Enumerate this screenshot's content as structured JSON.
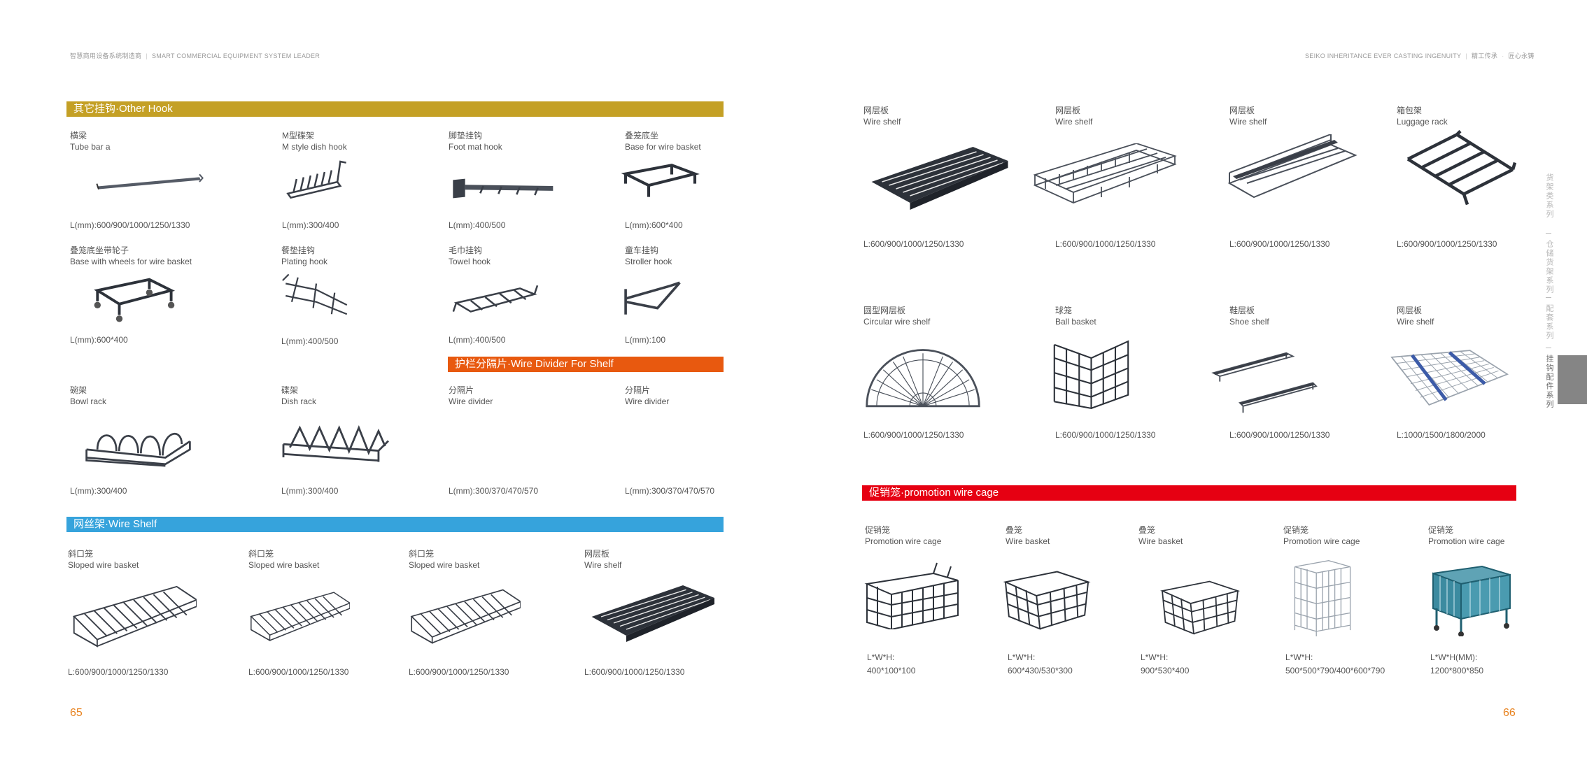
{
  "header": {
    "left_cn": "智慧商用设备系统制造商",
    "left_en": "SMART COMMERCIAL EQUIPMENT SYSTEM LEADER",
    "right_en": "SEIKO INHERITANCE EVER CASTING INGENUITY",
    "right_cn1": "精工传承",
    "right_cn2": "匠心永铸"
  },
  "sections": {
    "other_hook": {
      "title": "其它挂钩·Other Hook",
      "color": "#c4a025"
    },
    "wire_divider": {
      "title": "护栏分隔片·Wire Divider For Shelf",
      "color": "#e8590f"
    },
    "wire_shelf": {
      "title": "网丝架·Wire Shelf",
      "color": "#36a3dc"
    },
    "promo_cage": {
      "title": "促销笼·promotion wire cage",
      "color": "#e60012"
    }
  },
  "left_items": [
    {
      "cn": "横梁",
      "en": "Tube bar a",
      "size": "L(mm):600/900/1000/1250/1330",
      "icon": "tube-bar-icon"
    },
    {
      "cn": "M型碟架",
      "en": "M style dish hook",
      "size": "L(mm):300/400",
      "icon": "dish-hook-icon"
    },
    {
      "cn": "脚垫挂钩",
      "en": "Foot mat hook",
      "size": "L(mm):400/500",
      "icon": "foot-mat-hook-icon"
    },
    {
      "cn": "叠笼底坐",
      "en": "Base for wire basket",
      "size": "L(mm):600*400",
      "icon": "basket-base-icon"
    },
    {
      "cn": "叠笼底坐带轮子",
      "en": "Base with wheels for wire basket",
      "size": "L(mm):600*400",
      "icon": "wheeled-base-icon"
    },
    {
      "cn": "餐垫挂钩",
      "en": "Plating hook",
      "size": "L(mm):400/500",
      "icon": "plating-hook-icon"
    },
    {
      "cn": "毛巾挂钩",
      "en": "Towel hook",
      "size": "L(mm):400/500",
      "icon": "towel-hook-icon"
    },
    {
      "cn": "童车挂钩",
      "en": "Stroller hook",
      "size": "L(mm):100",
      "icon": "stroller-hook-icon"
    },
    {
      "cn": "碗架",
      "en": "Bowl rack",
      "size": "L(mm):300/400",
      "icon": "bowl-rack-icon"
    },
    {
      "cn": "碟架",
      "en": "Dish rack",
      "size": "L(mm):300/400",
      "icon": "dish-rack-icon"
    },
    {
      "cn": "分隔片",
      "en": "Wire divider",
      "size": "L(mm):300/370/470/570",
      "icon": "wire-divider-icon"
    },
    {
      "cn": "分隔片",
      "en": "Wire divider",
      "size": "L(mm):300/370/470/570",
      "icon": "wire-divider-icon"
    },
    {
      "cn": "斜口笼",
      "en": "Sloped wire basket",
      "size": "L:600/900/1000/1250/1330",
      "icon": "sloped-basket-icon"
    },
    {
      "cn": "斜口笼",
      "en": "Sloped wire basket",
      "size": "L:600/900/1000/1250/1330",
      "icon": "sloped-basket-icon"
    },
    {
      "cn": "斜口笼",
      "en": "Sloped wire basket",
      "size": "L:600/900/1000/1250/1330",
      "icon": "sloped-basket-icon"
    },
    {
      "cn": "网层板",
      "en": "Wire shelf",
      "size": "L:600/900/1000/1250/1330",
      "icon": "wire-shelf-icon"
    }
  ],
  "right_items": [
    {
      "cn": "网层板",
      "en": "Wire shelf",
      "size": "L:600/900/1000/1250/1330",
      "icon": "wire-shelf-icon"
    },
    {
      "cn": "网层板",
      "en": "Wire shelf",
      "size": "L:600/900/1000/1250/1330",
      "icon": "wire-shelf-basket-icon"
    },
    {
      "cn": "网层板",
      "en": "Wire shelf",
      "size": "L:600/900/1000/1250/1330",
      "icon": "wire-shelf-rail-icon"
    },
    {
      "cn": "箱包架",
      "en": "Luggage rack",
      "size": "L:600/900/1000/1250/1330",
      "icon": "luggage-rack-icon"
    },
    {
      "cn": "圆型网层板",
      "en": "Circular wire shelf",
      "size": "L:600/900/1000/1250/1330",
      "icon": "circular-shelf-icon"
    },
    {
      "cn": "球笼",
      "en": "Ball basket",
      "size": "L:600/900/1000/1250/1330",
      "icon": "ball-basket-icon"
    },
    {
      "cn": "鞋层板",
      "en": "Shoe shelf",
      "size": "L:600/900/1000/1250/1330",
      "icon": "shoe-shelf-icon"
    },
    {
      "cn": "网层板",
      "en": "Wire shelf",
      "size": "L:1000/1500/1800/2000",
      "icon": "grid-shelf-icon"
    }
  ],
  "cage_items": [
    {
      "cn": "促销笼",
      "en": "Promotion wire cage",
      "dim_label": "L*W*H:",
      "dim": "400*100*100",
      "icon": "hanging-basket-icon"
    },
    {
      "cn": "叠笼",
      "en": "Wire basket",
      "dim_label": "L*W*H:",
      "dim": "600*430/530*300",
      "icon": "stacking-basket-icon"
    },
    {
      "cn": "叠笼",
      "en": "Wire basket",
      "dim_label": "L*W*H:",
      "dim": "900*530*400",
      "icon": "stacking-basket-icon"
    },
    {
      "cn": "促销笼",
      "en": "Promotion wire cage",
      "dim_label": "L*W*H:",
      "dim": "500*500*790/400*600*790",
      "icon": "promo-tower-icon"
    },
    {
      "cn": "促销笼",
      "en": "Promotion wire cage",
      "dim_label": "L*W*H(MM):",
      "dim": "1200*800*850",
      "icon": "promo-cart-icon"
    }
  ],
  "side_nav": [
    "货架类系列",
    "仓储货架系列",
    "配套系列",
    "挂钩配件系列"
  ],
  "page_numbers": {
    "left": "65",
    "right": "66"
  }
}
